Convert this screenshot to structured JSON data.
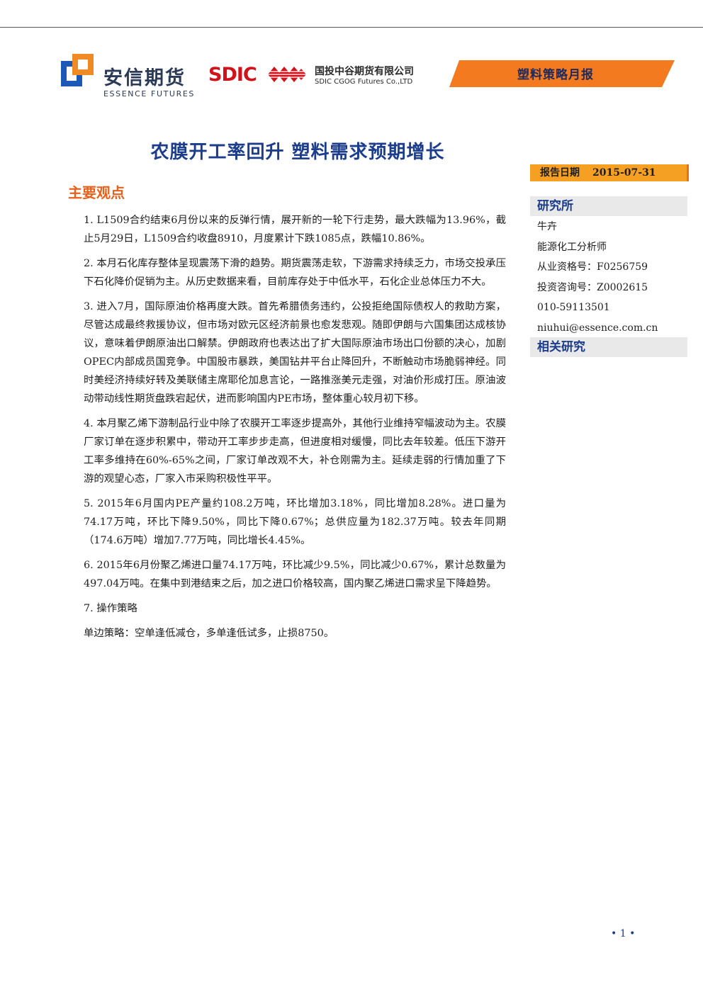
{
  "header": {
    "essence_logo_cn": "安信期货",
    "essence_logo_en": "ESSENCE FUTURES",
    "sdic_logo": "SDIC",
    "sdic_name_cn": "国投中谷期货有限公司",
    "sdic_name_en": "SDIC CGOG Futures Co.,LTD",
    "report_type": "塑料策略月报",
    "banner_color": "#f47a20"
  },
  "title": "农膜开工率回升 塑料需求预期增长",
  "main": {
    "section_heading": "主要观点",
    "paragraphs": [
      "1. L1509合约结束6月份以来的反弹行情，展开新的一轮下行走势，最大跌幅为13.96%，截止5月29日，L1509合约收盘8910，月度累计下跌1085点，跌幅10.86%。",
      "2. 本月石化库存整体呈现震荡下滑的趋势。期货震荡走软，下游需求持续乏力，市场交投承压下石化降价促销为主。从历史数据来看，目前库存处于中低水平，石化企业总体压力不大。",
      "3. 进入7月，国际原油价格再度大跌。首先希腊债务违约，公投拒绝国际债权人的救助方案，尽管达成最终救援协议，但市场对欧元区经济前景也愈发悲观。随即伊朗与六国集团达成核协议，意味着伊朗原油出口解禁。伊朗政府也表达出了扩大国际原油市场出口份额的决心，加剧OPEC内部成员国竞争。中国股市暴跌，美国钻井平台止降回升，不断触动市场脆弱神经。同时美经济持续好转及美联储主席耶伦加息言论，一路推涨美元走强，对油价形成打压。原油波动带动线性期货盘跌宕起伏，进而影响国内PE市场，整体重心较月初下移。",
      "4. 本月聚乙烯下游制品行业中除了农膜开工率逐步提高外，其他行业维持窄幅波动为主。农膜厂家订单在逐步积累中，带动开工率步步走高，但进度相对缓慢，同比去年较差。低压下游开工率多维持在60%-65%之间，厂家订单改观不大，补仓刚需为主。延续走弱的行情加重了下游的观望心态，厂家入市采购积极性平平。",
      "5. 2015年6月国内PE产量约108.2万吨，环比增加3.18%，同比增加8.28%。进口量为74.17万吨，环比下降9.50%，同比下降0.67%；总供应量为182.37万吨。较去年同期（174.6万吨）增加7.77万吨，同比增长4.45%。",
      "6. 2015年6月份聚乙烯进口量74.17万吨，环比减少9.5%，同比减少0.67%，累计总数量为497.04万吨。在集中到港结束之后，加之进口价格较高，国内聚乙烯进口需求呈下降趋势。",
      "7. 操作策略",
      "单边策略：空单逢低减仓，多单逢低试多，止损8750。"
    ]
  },
  "sidebar": {
    "date_label": "报告日期",
    "date_value": "2015-07-31",
    "institute_heading": "研究所",
    "analyst_name": "牛卉",
    "analyst_title": "能源化工分析师",
    "qualification": "从业资格号：F0256759",
    "consulting": "投资咨询号：Z0002615",
    "phone": "010-59113501",
    "email": "niuhui@essence.com.cn",
    "related_heading": "相关研究"
  },
  "footer": {
    "page_number": "• 1 •"
  }
}
